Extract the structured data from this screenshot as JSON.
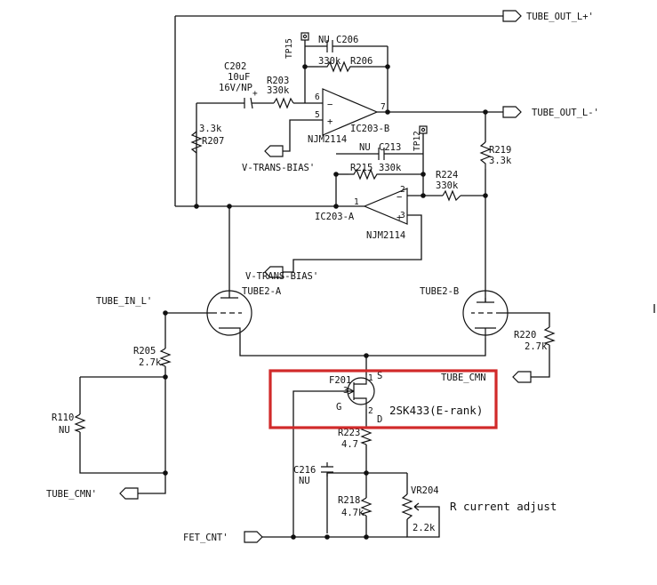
{
  "ports": {
    "tube_out_l_plus": "TUBE_OUT_L+'",
    "tube_out_l_minus": "TUBE_OUT_L-'",
    "tube_in_l": "TUBE_IN_L'",
    "tube_cmn": "TUBE_CMN",
    "tube_cmn_prime": "TUBE_CMN'",
    "fet_cnt": "FET_CNT'",
    "v_trans_bias_1": "V-TRANS-BIAS'",
    "v_trans_bias_2": "V-TRANS-BIAS'"
  },
  "testpoints": {
    "tp15": "TP15",
    "tp12": "TP12"
  },
  "components": {
    "c206": {
      "ref": "C206",
      "value": "NU"
    },
    "r206": {
      "ref": "R206",
      "value": "330k"
    },
    "c202": {
      "ref": "C202",
      "value1": "10uF",
      "value2": "16V/NP",
      "plus": "+"
    },
    "r203": {
      "ref": "R203",
      "value": "330k"
    },
    "r207": {
      "ref": "R207",
      "value": "3.3k"
    },
    "ic203b": {
      "ref": "IC203-B",
      "part": "NJM2114",
      "pin_neg": "6",
      "pin_pos": "5",
      "pin_out": "7"
    },
    "c213": {
      "ref": "C213",
      "value": "NU"
    },
    "r215": {
      "ref": "R215",
      "value": "330k"
    },
    "r224": {
      "ref": "R224",
      "value": "330k"
    },
    "r219": {
      "ref": "R219",
      "value": "3.3k"
    },
    "ic203a": {
      "ref": "IC203-A",
      "part": "NJM2114",
      "pin_out": "1",
      "pin_neg": "2",
      "pin_pos": "3"
    },
    "tube2a": {
      "ref": "TUBE2-A"
    },
    "tube2b": {
      "ref": "TUBE2-B"
    },
    "r205": {
      "ref": "R205",
      "value": "2.7k"
    },
    "r220": {
      "ref": "R220",
      "value": "2.7k"
    },
    "r110": {
      "ref": "R110",
      "value": "NU"
    },
    "f201": {
      "ref": "F201",
      "part": "2SK433(E-rank)",
      "pin_s": "S",
      "pin_g": "G",
      "pin_d": "D",
      "num1": "1",
      "num2": "2",
      "num3": "3"
    },
    "r223": {
      "ref": "R223",
      "value": "4.7"
    },
    "c216": {
      "ref": "C216",
      "value": "NU"
    },
    "r218": {
      "ref": "R218",
      "value": "4.7k"
    },
    "vr204": {
      "ref": "VR204",
      "value": "2.2k",
      "note": "R current adjust"
    }
  },
  "highlight": {
    "color": "#d12a2a"
  }
}
